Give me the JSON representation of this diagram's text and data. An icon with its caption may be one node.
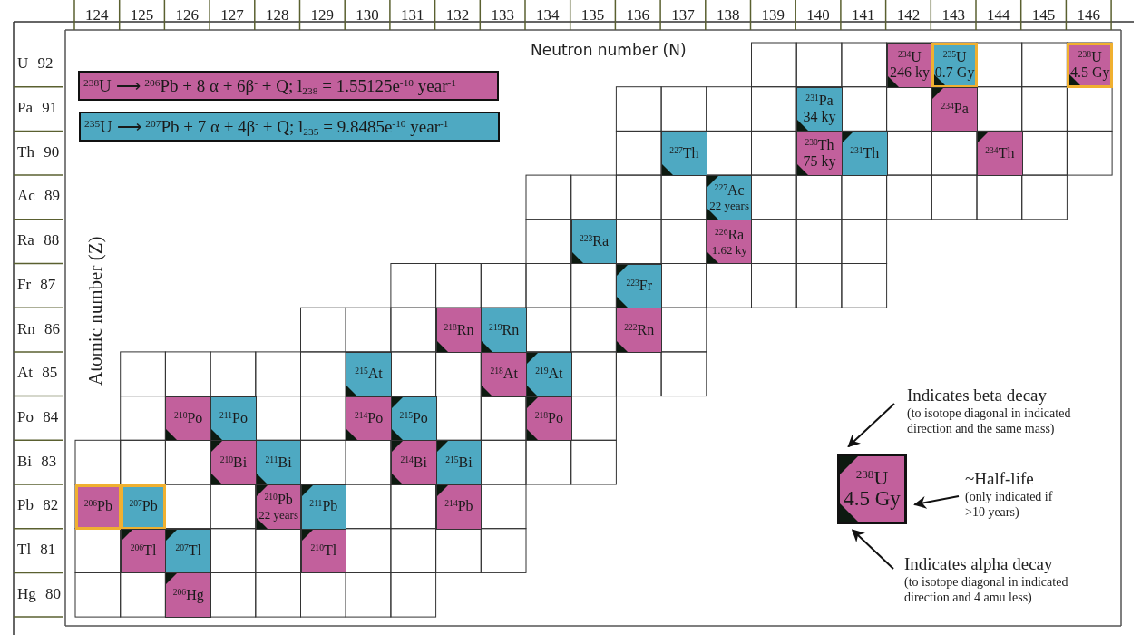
{
  "diagram": {
    "nodes": [
      {
        "text": [
          "$^{238}$U ⟶ $^{206}$Pb + 8 α + 6β$^{-}$ + Q; l$_{238}$ = 1.55125e$^{-10}$ year$^{-1}$"
        ]
      },
      {
        "text": [
          "$^{235}$U ⟶ $^{207}$Pb + 7 α + 4β$^{-}$ + Q; l$_{235}$ = 9.8485e$^{-10}$ year$^{-1}$"
        ]
      },
      {
        "text": [
          "$^{234}$U",
          "246 ky"
        ]
      },
      {
        "text": [
          "$^{235}$U",
          "0.7 Gy"
        ]
      },
      {
        "text": [
          "$^{238}$U",
          "4.5 Gy"
        ]
      },
      {
        "text": [
          "$^{231}$Pa",
          "34 ky"
        ]
      },
      {
        "text": [
          "$^{234}$Pa"
        ]
      },
      {
        "text": [
          "$^{227}$Th"
        ]
      },
      {
        "text": [
          "$^{230}$Th",
          "75 ky"
        ]
      },
      {
        "text": [
          "$^{231}$Th"
        ]
      },
      {
        "text": [
          "$^{234}$Th"
        ]
      },
      {
        "text": [
          "$^{227}$Ac",
          "22 years"
        ]
      },
      {
        "text": [
          "$^{223}$Ra"
        ]
      },
      {
        "text": [
          "$^{226}$Ra",
          "1.62 ky"
        ]
      },
      {
        "text": [
          "$^{223}$Fr"
        ]
      },
      {
        "text": [
          "$^{218}$Rn"
        ]
      },
      {
        "text": [
          "$^{219}$Rn"
        ]
      },
      {
        "text": [
          "$^{222}$Rn"
        ]
      },
      {
        "text": [
          "$^{215}$At"
        ]
      },
      {
        "text": [
          "$^{218}$At"
        ]
      },
      {
        "text": [
          "$^{219}$At"
        ]
      },
      {
        "text": [
          "$^{210}$Po"
        ]
      },
      {
        "text": [
          "$^{211}$Po"
        ]
      },
      {
        "text": [
          "$^{214}$Po"
        ]
      },
      {
        "text": [
          "$^{215}$Po"
        ]
      },
      {
        "text": [
          "$^{218}$Po"
        ]
      },
      {
        "text": [
          "$^{210}$Bi"
        ]
      },
      {
        "text": [
          "$^{211}$Bi"
        ]
      },
      {
        "text": [
          "$^{214}$Bi"
        ]
      },
      {
        "text": [
          "$^{215}$Bi"
        ]
      },
      {
        "text": [
          "$^{206}$Pb"
        ]
      },
      {
        "text": [
          "$^{207}$Pb"
        ]
      },
      {
        "text": [
          "$^{210}$Pb",
          "22 years"
        ]
      },
      {
        "text": [
          "$^{211}$Pb"
        ]
      },
      {
        "text": [
          "$^{214}$Pb"
        ]
      },
      {
        "text": [
          "$^{206}$Tl"
        ]
      },
      {
        "text": [
          "$^{207}$Tl"
        ]
      },
      {
        "text": [
          "$^{210}$Tl"
        ]
      },
      {
        "text": [
          "$^{206}$Hg"
        ]
      },
      {
        "text": [
          "Indicates beta decay",
          "(to isotope diagonal in indicated direction and the same mass)"
        ]
      },
      {
        "text": [
          "$^{238}$U",
          "4.5 Gy"
        ]
      },
      {
        "text": [
          "~Half-life",
          "(only indicated if >10 years)"
        ]
      },
      {
        "text": [
          "Indicates alpha decay",
          "(to isotope diagonal in indicated direction and 4 amu less)"
        ]
      }
    ],
    "edges": [
      {
        "from": 39,
        "to": 40,
        "arrow": "to"
      },
      {
        "from": 41,
        "to": 40,
        "arrow": "to"
      },
      {
        "from": 42,
        "to": 40,
        "arrow": "to"
      }
    ],
    "labels": [
      "124",
      "125",
      "126",
      "127",
      "128",
      "129",
      "130",
      "131",
      "132",
      "133",
      "134",
      "135",
      "136",
      "137",
      "138",
      "139",
      "140",
      "141",
      "142",
      "143",
      "144",
      "145",
      "146",
      "Neutron number (N)",
      "U 92",
      "Pa 91",
      "Th 90",
      "Ac 89",
      "Ra 88",
      "Fr 87",
      "Rn 86",
      "At 85",
      "Po 84",
      "Bi 83",
      "Pb 82",
      "Tl 81",
      "Hg 80",
      "Atomic number (Z)"
    ]
  }
}
